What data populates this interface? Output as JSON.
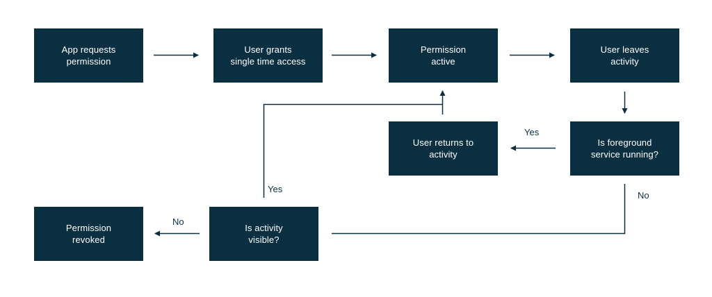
{
  "colors": {
    "node_fill": "#0a2f40",
    "node_text": "#ffffff",
    "edge": "#0a2f40",
    "label_text": "#0a2f40",
    "background": "#ffffff"
  },
  "nodes": {
    "app_requests": "App requests\npermission",
    "user_grants": "User grants\nsingle time access",
    "permission_active": "Permission\nactive",
    "user_leaves": "User leaves\nactivity",
    "user_returns": "User returns to\nactivity",
    "is_foreground": "Is foreground\nservice running?",
    "permission_revoked": "Permission\nrevoked",
    "is_visible": "Is activity\nvisible?"
  },
  "edge_labels": {
    "foreground_yes": "Yes",
    "foreground_no": "No",
    "visible_yes": "Yes",
    "visible_no": "No"
  }
}
